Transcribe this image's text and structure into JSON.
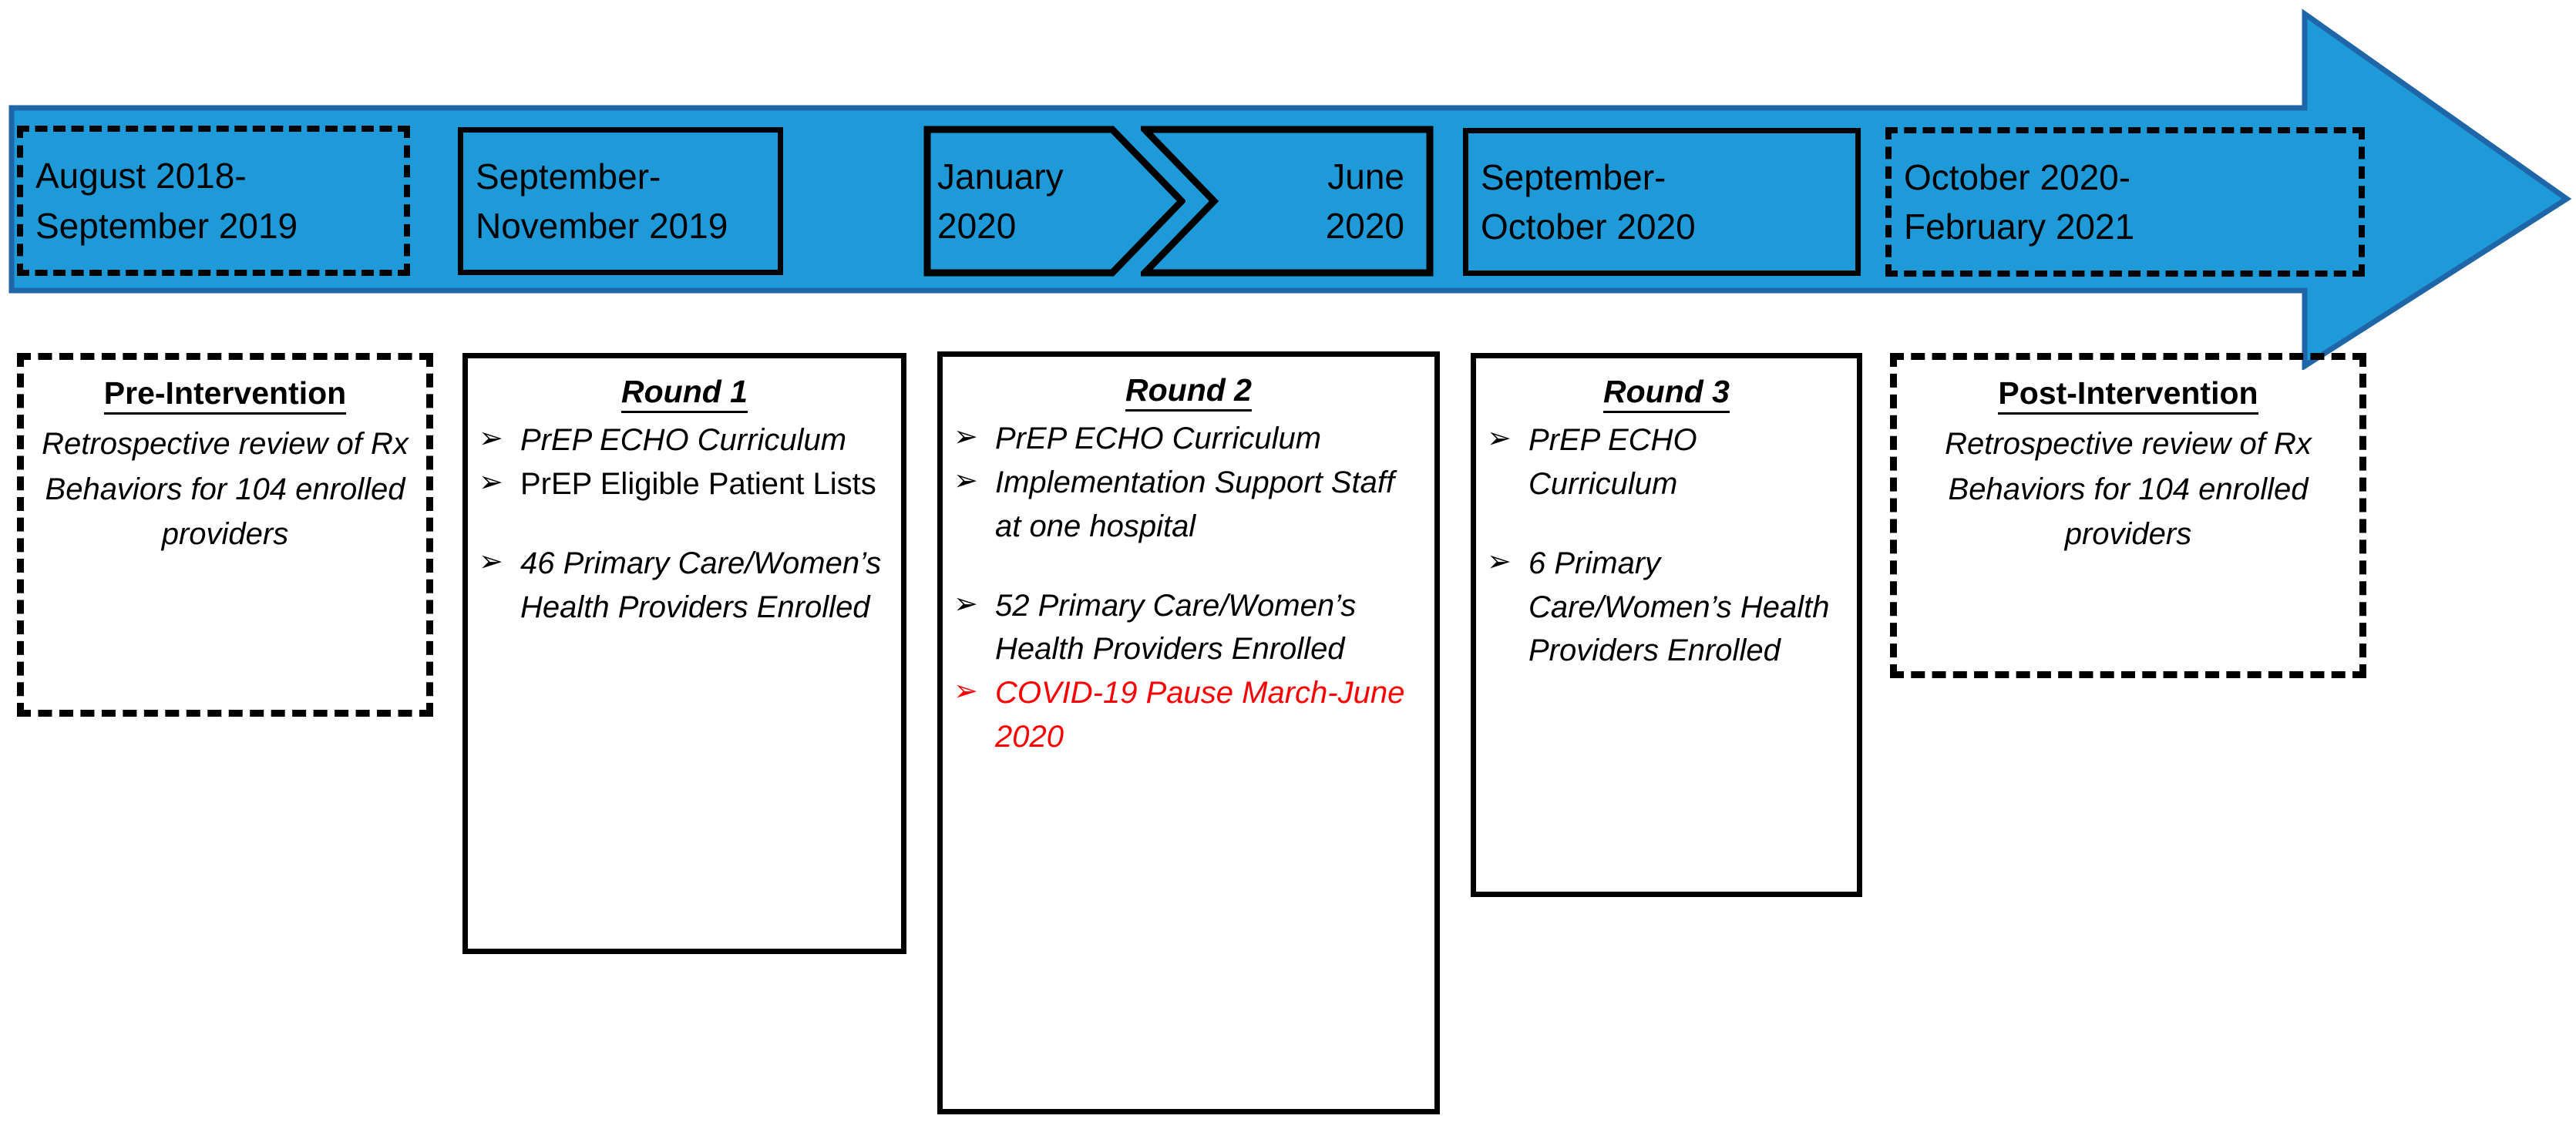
{
  "colors": {
    "banner_fill": "#1E9AD8",
    "banner_stroke": "#1F66A8",
    "outline": "#000000",
    "covid_red": "#FF0000",
    "page_background": "#FFFFFF"
  },
  "timeline_banner": {
    "shape": "right-pointing-arrow",
    "periods": [
      {
        "id": "pre-intervention-period",
        "style": "dashed",
        "lines": [
          "August 2018-",
          "September 2019"
        ]
      },
      {
        "id": "round-1-period",
        "style": "solid",
        "lines": [
          "September-",
          "November 2019"
        ]
      },
      {
        "id": "round-2-start-period",
        "style": "pentagon",
        "lines": [
          "January",
          "2020"
        ]
      },
      {
        "id": "round-2-end-period",
        "style": "chevron",
        "lines": [
          "June",
          "2020"
        ]
      },
      {
        "id": "round-3-period",
        "style": "solid",
        "lines": [
          "September-",
          "October 2020"
        ]
      },
      {
        "id": "post-intervention-period",
        "style": "dashed",
        "lines": [
          "October 2020-",
          "February 2021"
        ]
      }
    ]
  },
  "phase_boxes": [
    {
      "id": "pre-intervention-box",
      "style": "dashed",
      "title": "Pre-Intervention",
      "title_italic": false,
      "paragraph": "Retrospective review of Rx Behaviors for 104 enrolled providers",
      "bullets": []
    },
    {
      "id": "round-1-box",
      "style": "solid",
      "title": "Round 1",
      "title_italic": true,
      "paragraph": "",
      "bullets": [
        {
          "text": "PrEP ECHO Curriculum",
          "italic": true,
          "spaced": false,
          "color": "default"
        },
        {
          "text": "PrEP Eligible Patient Lists",
          "italic": false,
          "spaced": false,
          "color": "default"
        },
        {
          "text": "46 Primary Care/Women’s Health Providers Enrolled",
          "italic": true,
          "spaced": true,
          "color": "default"
        }
      ]
    },
    {
      "id": "round-2-box",
      "style": "solid",
      "title": "Round 2",
      "title_italic": true,
      "paragraph": "",
      "bullets": [
        {
          "text": "PrEP ECHO Curriculum",
          "italic": true,
          "spaced": false,
          "color": "default"
        },
        {
          "text": "Implementation Support Staff at one hospital",
          "italic": true,
          "spaced": false,
          "color": "default"
        },
        {
          "text": "52 Primary Care/Women’s Health Providers Enrolled",
          "italic": true,
          "spaced": true,
          "color": "default"
        },
        {
          "text": "COVID-19 Pause March-June 2020",
          "italic": true,
          "spaced": false,
          "color": "red"
        }
      ]
    },
    {
      "id": "round-3-box",
      "style": "solid",
      "title": "Round 3",
      "title_italic": true,
      "paragraph": "",
      "bullets": [
        {
          "text": "PrEP ECHO Curriculum",
          "italic": true,
          "spaced": false,
          "color": "default"
        },
        {
          "text": "6 Primary Care/Women’s Health Providers Enrolled",
          "italic": true,
          "spaced": true,
          "color": "default"
        }
      ]
    },
    {
      "id": "post-intervention-box",
      "style": "dashed",
      "title": "Post-Intervention",
      "title_italic": false,
      "paragraph": "Retrospective review of Rx Behaviors for 104 enrolled providers",
      "bullets": []
    }
  ],
  "bullet_glyph": "➢",
  "icons": {
    "bullet": "arrowhead-bullet-icon",
    "timeline": "right-arrow-banner-icon"
  }
}
